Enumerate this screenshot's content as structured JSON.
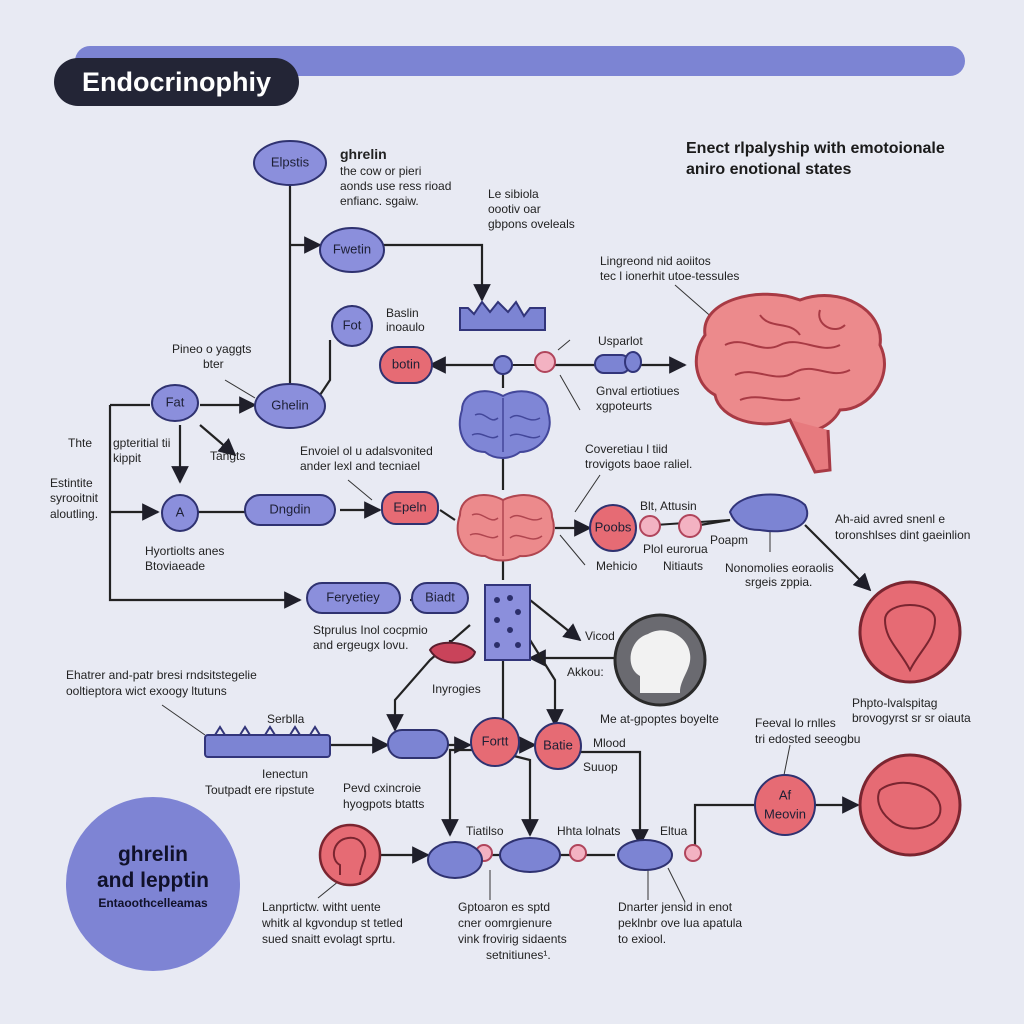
{
  "title": "Endocrinophiy",
  "header_right": {
    "line1": "Enect rlpalyship with emotoionale",
    "line2": "aniro enotional states"
  },
  "nodes": {
    "elpstis": "Elpstis",
    "fwetin": "Fwetin",
    "fot": "Fot",
    "botin": "botin",
    "fat": "Fat",
    "ghelin": "Ghelin",
    "a": "A",
    "dngdin": "Dngdin",
    "epeln": "Epeln",
    "poobs": "Poobs",
    "ferye": "Feryetiey",
    "biadt": "Biadt",
    "fortt": "Fortt",
    "batie": "Batie",
    "meovin_top": "Af",
    "meovin": "Meovin"
  },
  "labels": {
    "ghrelin_title": "ghrelin",
    "ghrelin_d1": "the cow or pieri",
    "ghrelin_d2": "aonds use ress rioad",
    "ghrelin_d3": "enfianc. sgaiw.",
    "lestibla_1": "Le sibiola",
    "lestibla_2": "oootiv oar",
    "lestibla_3": "gbpons oveleals",
    "basilin_1": "Baslin",
    "basilin_2": "inoaulo",
    "pineo_1": "Pineo o yaggts",
    "pineo_2": "bter",
    "ther_1": "Thte",
    "ther_2": "gpteritial tii",
    "ther_3": "kippit",
    "tangts": "Tangts",
    "estintte_1": "Estintite",
    "estintte_2": "syrooitnit",
    "estintte_3": "aloutling.",
    "hyortl_1": "Hyortiolts anes",
    "hyortl_2": "Btoviaeade",
    "envoiel_1": "Envoiel ol u adalsvonited",
    "envoiel_2": "ander lexl and tecniael",
    "lingreond_1": "Lingreond nid aoiitos",
    "lingreond_2": "tec l ionerhit utoe-tessules",
    "usparlot": "Usparlot",
    "gnval_1": "Gnval ertiotiues",
    "gnval_2": "xgpoteurts",
    "coveretial_1": "Coveretiau l tiid",
    "coveretial_2": "trovigots baoe raliel.",
    "bit_attusin": "Blt, Attusin",
    "poapm": "Poapm",
    "plol_1": "Plol eurorua",
    "plol_2": "Nitiauts",
    "mehicio": "Mehicio",
    "nonomo_1": "Nonomolies eoraolis",
    "nonomo_2": "srgeis zppia.",
    "ahaid_1": "Ah-aid avred snenl e",
    "ahaid_2": "toronshlses dint gaeinlion",
    "stprus_1": "Stprulus Inol cocpmio",
    "stprus_2": "and ergeugx lovu.",
    "vicod": "Vicod",
    "akkou": "Akkou:",
    "inyrog": "Inyrogies",
    "ehatrer_1": "Ehatrer and-patr bresi rndsitstegelie",
    "ehatrer_2": "ooltieptora wict exoogy ltutuns",
    "serblla": "Serblla",
    "lenectun": "Ienectun",
    "toutpad": "Toutpadt ere ripstute",
    "pevd_1": "Pevd cxincroie",
    "pevd_2": "hyogpots btatts",
    "meat_ep": "Me at-gpoptes boyelte",
    "mood": "Mlood",
    "suuop": "Suuop",
    "phpto_1": "Phpto-lvalspitag",
    "phpto_2": "brovogyrst sr sr oiauta",
    "feeval_1": "Feeval lo rnlles",
    "feeval_2": "tri edosted seeogbu",
    "tiatilo": "Tiatilso",
    "hhta": "Hhta lolnats",
    "eltua": "Eltua",
    "lanprt_1": "Lanprtictw. witht uente",
    "lanprt_2": "whitk al kgvondup st tetled",
    "lanprt_3": "sued snaitt evolagt sprtu.",
    "gptoo_1": "Gptoaron es sptd",
    "gptoo_2": "cner oomrgienure",
    "gptoo_3": "vink frovirig sidaents",
    "gptoo_4": "setnitiunes¹.",
    "dnarer_1": "Dnarter jensid in enot",
    "dnarer_2": "peklnbr ove lua apatula",
    "dnarer_3": "to exiool."
  },
  "badge": {
    "line1": "ghrelin",
    "line2": "and lepptin",
    "line3": "Entaoothcelleamas"
  },
  "colors": {
    "accent_blue": "#7c84d3",
    "node_blue": "#8b8fdc",
    "node_red": "#e66b74",
    "brain_pink": "#ec8a8c",
    "dark": "#232536",
    "background": "#e8eaf3"
  }
}
